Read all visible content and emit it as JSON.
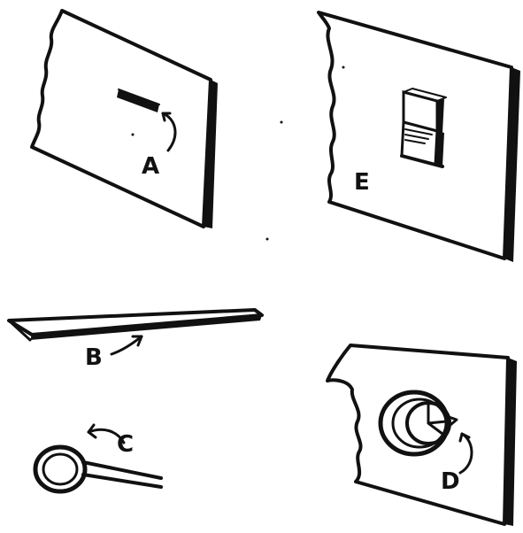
{
  "figure": {
    "labels": {
      "a": "A",
      "b": "B",
      "c": "C",
      "d": "D",
      "e": "E"
    },
    "colors": {
      "ink": "#111111",
      "paper": "#ffffff"
    },
    "parts": [
      {
        "key": "a",
        "name": "plate-with-slot"
      },
      {
        "key": "b",
        "name": "flat-strip"
      },
      {
        "key": "c",
        "name": "wire-loop-key"
      },
      {
        "key": "d",
        "name": "plate-with-collar"
      },
      {
        "key": "e",
        "name": "plate-with-bent-tab"
      }
    ]
  }
}
